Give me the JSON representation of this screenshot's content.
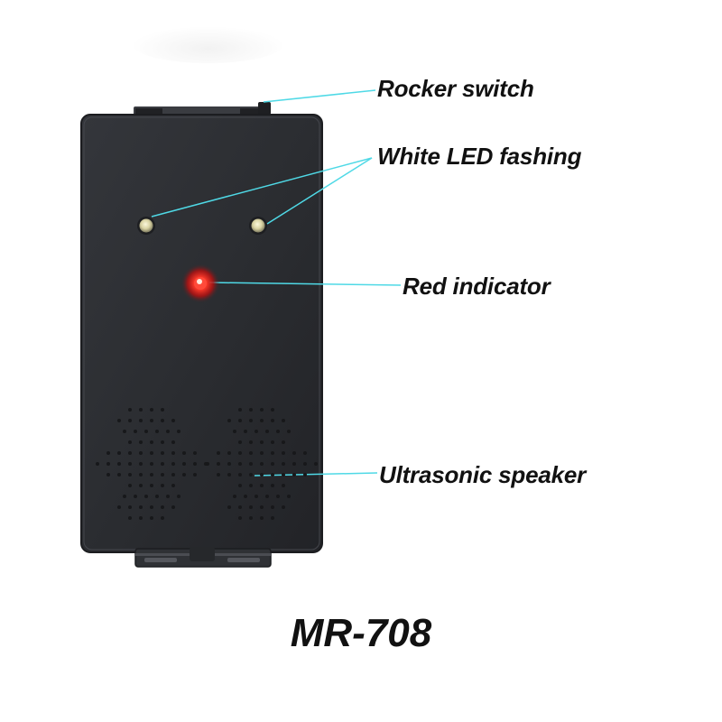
{
  "callouts": {
    "rocker_switch": "Rocker switch",
    "white_led": "White LED fashing",
    "red_indicator": "Red indicator",
    "ultrasonic_speaker": "Ultrasonic speaker"
  },
  "model_name": "MR-708",
  "colors": {
    "device_body": "#2a2c30",
    "leader_line": "#4fd9e6",
    "red_led": "#ff2a2a",
    "white_led": "#e8e3b0",
    "label_text": "#111111"
  }
}
